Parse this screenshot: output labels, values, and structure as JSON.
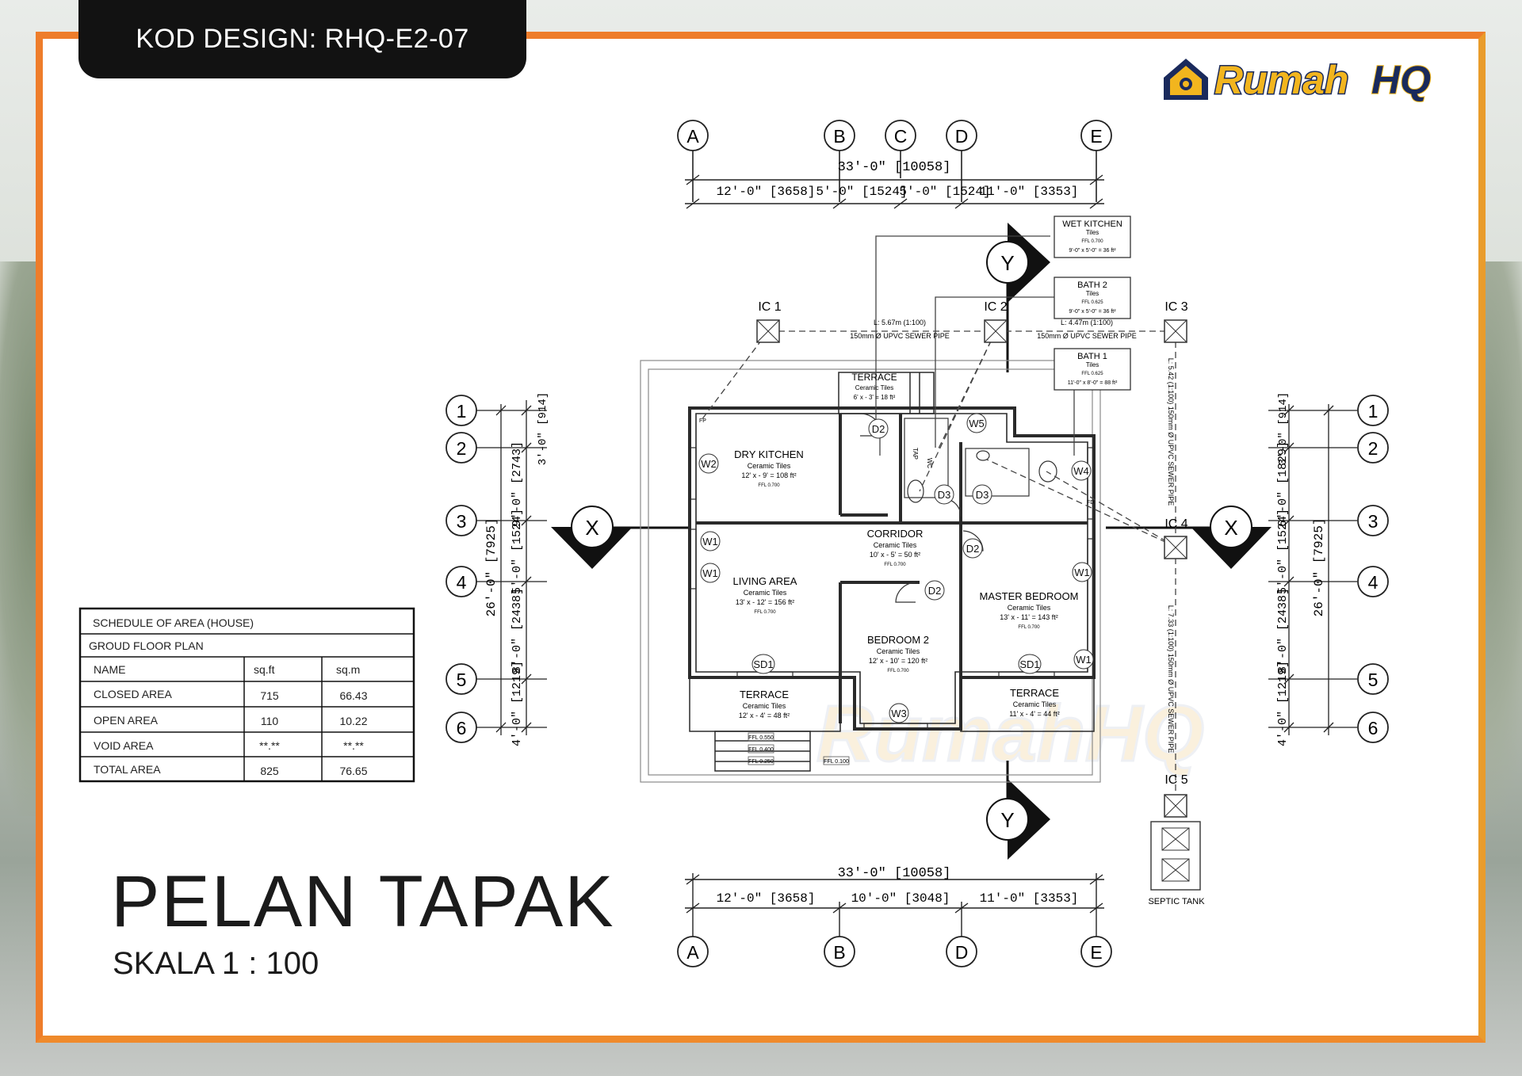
{
  "header": {
    "design_code": "KOD DESIGN: RHQ-E2-07"
  },
  "logo": {
    "brand": "RumahHQ",
    "colors": {
      "gold": "#f2b51e",
      "navy": "#1a2a5c"
    }
  },
  "title": {
    "main": "PELAN TAPAK",
    "scale": "SKALA 1 : 100"
  },
  "schedule": {
    "heading": "SCHEDULE OF AREA (HOUSE)",
    "subheading": "GROUD FLOOR PLAN",
    "columns": [
      "NAME",
      "sq.ft",
      "sq.m"
    ],
    "rows": [
      {
        "name": "CLOSED AREA",
        "sqft": "715",
        "sqm": "66.43"
      },
      {
        "name": "OPEN AREA",
        "sqft": "110",
        "sqm": "10.22"
      },
      {
        "name": "VOID AREA",
        "sqft": "**.**",
        "sqm": "**.**"
      },
      {
        "name": "TOTAL AREA",
        "sqft": "825",
        "sqm": "76.65"
      }
    ]
  },
  "grid": {
    "top_letters": [
      "A",
      "B",
      "C",
      "D",
      "E"
    ],
    "bottom_letters": [
      "A",
      "B",
      "D",
      "E"
    ],
    "numbers": [
      "1",
      "2",
      "3",
      "4",
      "5",
      "6"
    ]
  },
  "dimensions": {
    "top_total": "33'-0\" [10058]",
    "top_segments": [
      "12'-0\" [3658]",
      "5'-0\" [1524]",
      "5'-0\" [1524]",
      "11'-0\" [3353]"
    ],
    "bottom_total": "33'-0\" [10058]",
    "bottom_segments": [
      "12'-0\" [3658]",
      "10'-0\" [3048]",
      "11'-0\" [3353]"
    ],
    "side_total": "26'-0\" [7925]",
    "side_segments": [
      "3'-0\" [914]",
      "9'-0\" [2743]",
      "5'-0\" [1524]",
      "8'-0\" [2438]",
      "4'-0\" [1219]"
    ],
    "right_segments": [
      "3'-0\" [914]",
      "6'-0\" [1829]",
      "5'-0\" [1524]",
      "8'-0\" [2438]",
      "4'-0\" [1219]"
    ]
  },
  "sections": {
    "x": "X",
    "y": "Y"
  },
  "rooms": [
    {
      "name": "DRY KITCHEN",
      "finish": "Ceramic Tiles",
      "size": "12' x - 9' = 108 ft²",
      "ffl": "FFL 0.700"
    },
    {
      "name": "LIVING AREA",
      "finish": "Ceramic Tiles",
      "size": "13' x - 12' = 156 ft²",
      "ffl": "FFL 0.700"
    },
    {
      "name": "CORRIDOR",
      "finish": "Ceramic Tiles",
      "size": "10' x - 5' = 50 ft²",
      "ffl": "FFL 0.700"
    },
    {
      "name": "BEDROOM 2",
      "finish": "Ceramic Tiles",
      "size": "12' x - 10' = 120 ft²",
      "ffl": "FFL 0.700"
    },
    {
      "name": "MASTER BEDROOM",
      "finish": "Ceramic Tiles",
      "size": "13' x - 11' = 143 ft²",
      "ffl": "FFL 0.700"
    },
    {
      "name": "TERRACE",
      "finish": "Ceramic Tiles",
      "size": "6' x - 3' = 18 ft²",
      "ffl": ""
    },
    {
      "name": "TERRACE",
      "finish": "Ceramic Tiles",
      "size": "12' x - 4' = 48 ft²",
      "ffl": "FFL 0.550"
    },
    {
      "name": "TERRACE",
      "finish": "Ceramic Tiles",
      "size": "11' x - 4' = 44 ft²",
      "ffl": ""
    }
  ],
  "wet_tags": [
    {
      "name": "WET KITCHEN",
      "finish": "Tiles",
      "ffl": "FFL 0.700",
      "size": "9'-0\" x 5'-0\" = 36 ft²"
    },
    {
      "name": "BATH 2",
      "finish": "Tiles",
      "ffl": "FFL 0.625",
      "size": "9'-0\" x 5'-0\" = 36 ft²"
    },
    {
      "name": "BATH 1",
      "finish": "Tiles",
      "ffl": "FFL 0.625",
      "size": "11'-0\" x 8'-0\" = 88 ft²"
    }
  ],
  "stairs_ffl": [
    "FFL 0.550",
    "FFL 0.400",
    "FFL 0.250",
    "FFL 0.100"
  ],
  "openings": {
    "windows": [
      "W1",
      "W1",
      "W1",
      "W1",
      "W2",
      "W3",
      "W4",
      "W5"
    ],
    "doors": [
      "D2",
      "D2",
      "D2",
      "D3",
      "D3"
    ],
    "sliding_doors": [
      "SD1",
      "SD1"
    ]
  },
  "drainage": {
    "inspection_chambers": [
      "IC 1",
      "IC 2",
      "IC 3",
      "IC 4",
      "IC 5"
    ],
    "pipe_top_left": "L: 5.67m (1:100)",
    "pipe_top_left_spec": "150mm Ø UPVC SEWER PIPE",
    "pipe_top_right": "L: 4.47m (1:100)",
    "pipe_top_right_spec": "150mm Ø UPVC SEWER PIPE",
    "pipe_right_1": "L: 5.42 (1:100) 150mm Ø UPVC SEWER PIPE",
    "pipe_right_2": "L: 7.33 (1:100) 150mm Ø UPVC SEWER PIPE",
    "septic": "SEPTIC TANK",
    "fixtures": [
      "TAP",
      "WC",
      "FP",
      "FD"
    ]
  }
}
